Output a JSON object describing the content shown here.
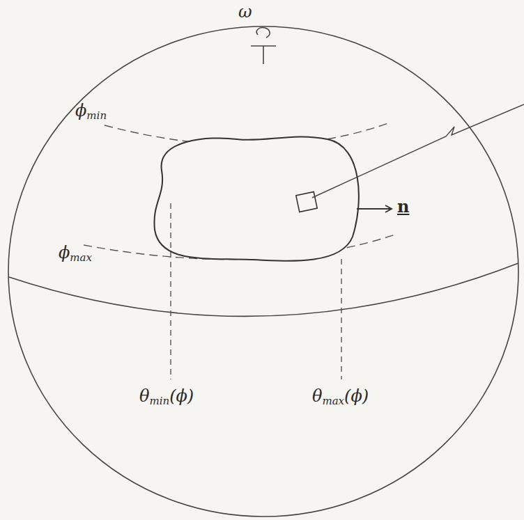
{
  "diagram": {
    "labels": [
      "ω",
      "ϕmin",
      "ϕmax",
      "θmin(ϕ)",
      "θmax(ϕ)",
      "n"
    ]
  }
}
